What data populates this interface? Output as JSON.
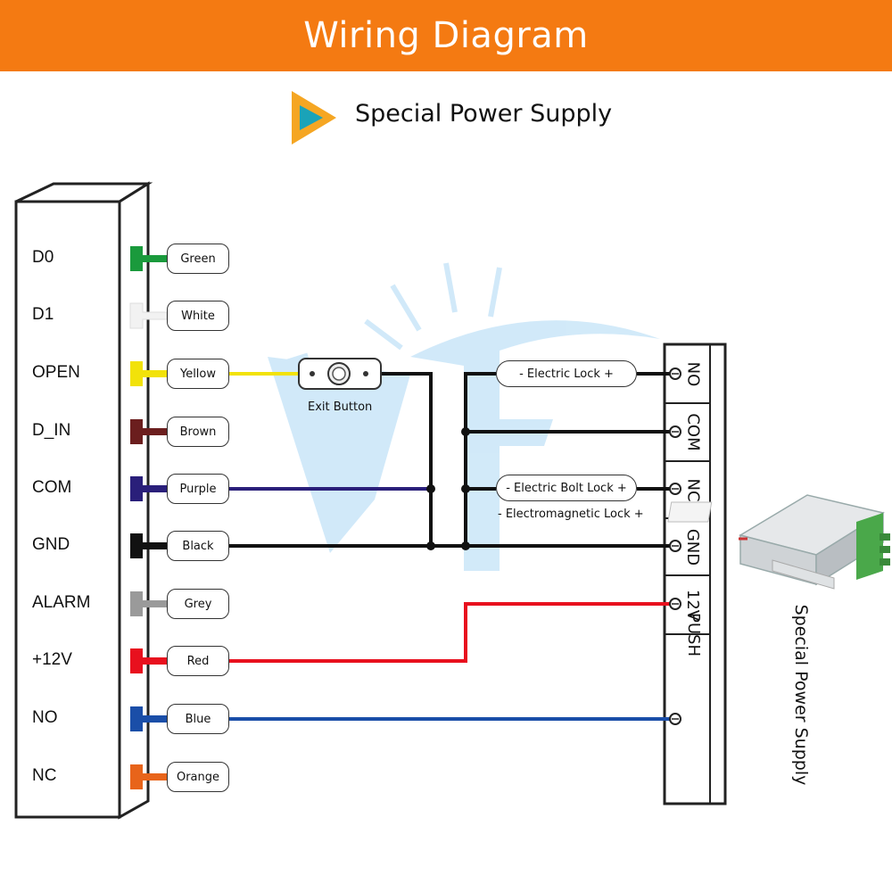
{
  "header": {
    "title": "Wiring Diagram"
  },
  "subheader": {
    "label": "Special Power Supply"
  },
  "controller": {
    "terminals": [
      {
        "label": "D0",
        "wire": "Green",
        "color": "#1a9a3c"
      },
      {
        "label": "D1",
        "wire": "White",
        "color": "#f2f2f2"
      },
      {
        "label": "OPEN",
        "wire": "Yellow",
        "color": "#f2e20a"
      },
      {
        "label": "D_IN",
        "wire": "Brown",
        "color": "#6b1e1e"
      },
      {
        "label": "COM",
        "wire": "Purple",
        "color": "#2a1f7a"
      },
      {
        "label": "GND",
        "wire": "Black",
        "color": "#111111"
      },
      {
        "label": "ALARM",
        "wire": "Grey",
        "color": "#9a9a9a"
      },
      {
        "label": "+12V",
        "wire": "Red",
        "color": "#e8101e"
      },
      {
        "label": "NO",
        "wire": "Blue",
        "color": "#1a4ea8"
      },
      {
        "label": "NC",
        "wire": "Orange",
        "color": "#e8641a"
      }
    ]
  },
  "exit_button": {
    "label": "Exit Button"
  },
  "locks": {
    "electric_lock": "- Electric Lock +",
    "electric_bolt_lock": "- Electric Bolt Lock +",
    "electromagnetic_lock": "- Electromagnetic Lock +"
  },
  "power_supply": {
    "terminals": [
      "NO",
      "COM",
      "NC",
      "GND",
      "12V",
      "PUSH"
    ],
    "side_label": "Special Power Supply"
  },
  "colors": {
    "banner": "#f47a12",
    "watermark": "#7ec3ef",
    "play_icon_orange": "#f5a623",
    "play_icon_teal": "#1aa3b8"
  }
}
